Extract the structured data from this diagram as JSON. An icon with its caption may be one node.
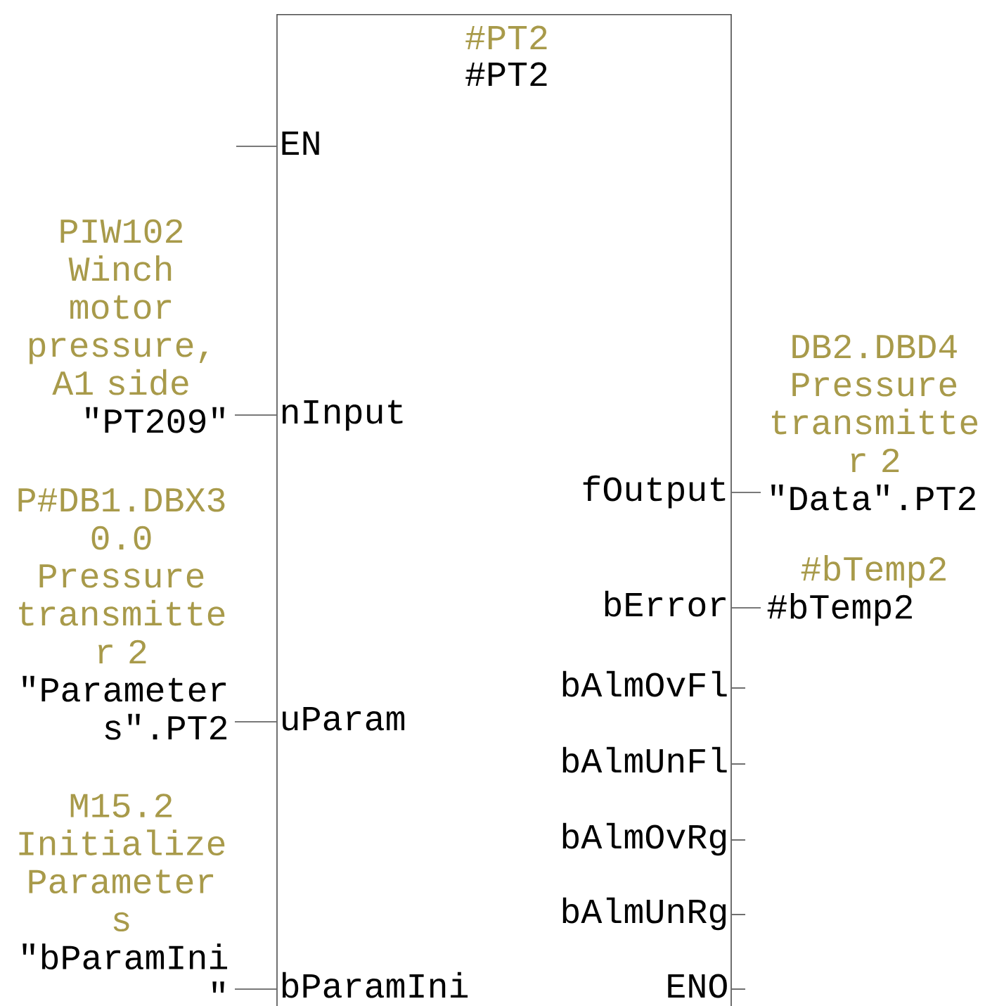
{
  "diagram": {
    "nodes": [
      {
        "text": [
          "#PT2",
          "#PT2"
        ]
      },
      {
        "text": [
          "EN"
        ],
        "in": 0
      },
      {
        "text": [
          "nInput"
        ],
        "in": 0
      },
      {
        "text": [
          "uParam"
        ],
        "in": 0
      },
      {
        "text": [
          "bParamIni"
        ],
        "in": 0
      },
      {
        "text": [
          "fOutput"
        ],
        "in": 0
      },
      {
        "text": [
          "bError"
        ],
        "in": 0
      },
      {
        "text": [
          "bAlmOvFl"
        ],
        "in": 0
      },
      {
        "text": [
          "bAlmUnFl"
        ],
        "in": 0
      },
      {
        "text": [
          "bAlmOvRg"
        ],
        "in": 0
      },
      {
        "text": [
          "bAlmUnRg"
        ],
        "in": 0
      },
      {
        "text": [
          "ENO"
        ],
        "in": 0
      },
      {
        "text": [
          "PIW102 Winch motor pressure, A1 side",
          "\"PT209\""
        ]
      },
      {
        "text": [
          "P#DB1.DBX3 0.0 Pressure transmitte r 2",
          "\"Parameter s\".PT2"
        ]
      },
      {
        "text": [
          "M15.2 Initialize Parameter s",
          "\"bParamIni \""
        ]
      },
      {
        "text": [
          "DB2.DBD4 Pressure transmitte r 2",
          "\"Data\".PT2"
        ]
      },
      {
        "text": [
          "#bTemp2",
          "#bTemp2"
        ]
      }
    ],
    "edges": [
      {
        "from": null,
        "to": 1,
        "arrow": "none"
      },
      {
        "from": 12,
        "to": 2,
        "arrow": "none"
      },
      {
        "from": 13,
        "to": 3,
        "arrow": "none"
      },
      {
        "from": 14,
        "to": 4,
        "arrow": "none"
      },
      {
        "from": 5,
        "to": 15,
        "arrow": "none"
      },
      {
        "from": 6,
        "to": 16,
        "arrow": "none"
      },
      {
        "from": 7,
        "to": null,
        "arrow": "none"
      },
      {
        "from": 8,
        "to": null,
        "arrow": "none"
      },
      {
        "from": 9,
        "to": null,
        "arrow": "none"
      },
      {
        "from": 10,
        "to": null,
        "arrow": "none"
      },
      {
        "from": 11,
        "to": null,
        "arrow": "none"
      }
    ]
  }
}
